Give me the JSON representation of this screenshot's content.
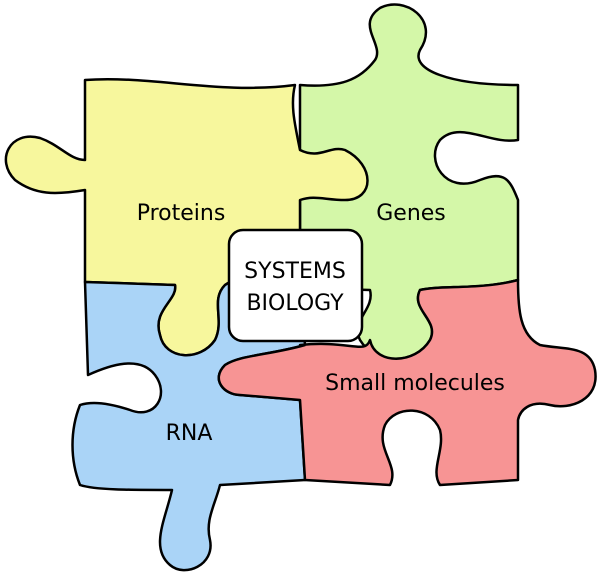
{
  "pieces": {
    "proteins": {
      "label": "Proteins",
      "color": "#f7f79d"
    },
    "genes": {
      "label": "Genes",
      "color": "#d4f7a8"
    },
    "rna": {
      "label": "RNA",
      "color": "#aad4f7"
    },
    "small_molecules": {
      "label": "Small molecules",
      "color": "#f79494"
    }
  },
  "center": {
    "line1": "SYSTEMS",
    "line2": "BIOLOGY"
  }
}
